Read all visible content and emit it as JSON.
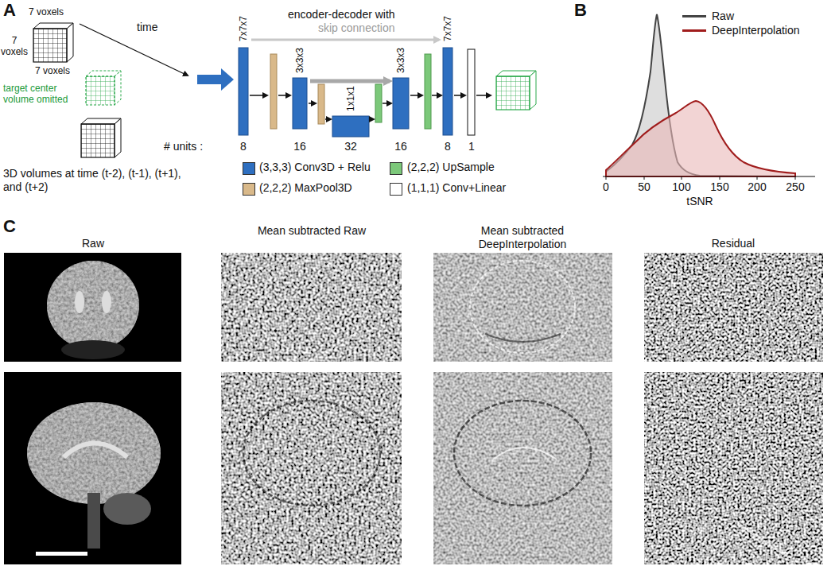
{
  "diagram": {
    "labels": [
      "A",
      "7 voxels",
      "7 voxels",
      "time",
      "7 voxels",
      "target center volume omitted",
      "3D volumes at time (t-2), (t-1), (t+1), and (t+2)",
      "encoder-decoder with",
      "skip connection",
      "7x7x7",
      "3x3x3",
      "1x1x1",
      "3x3x3",
      "7x7x7",
      "# units :",
      "8",
      "16",
      "32",
      "16",
      "8",
      "1",
      "B",
      "0",
      "50",
      "100",
      "150",
      "200",
      "250",
      "tSNR",
      "C",
      "Raw",
      "Mean subtracted Raw",
      "Mean subtracted DeepInterpolation",
      "Residual"
    ],
    "legend": [
      {
        "text": "(3,3,3) Conv3D + Relu",
        "color": "#2e6fc0"
      },
      {
        "text": "(2,2,2) UpSample",
        "color": "#7cc87a"
      },
      {
        "text": "(2,2,2) MaxPool3D",
        "color": "#d9b98a"
      },
      {
        "text": "(1,1,1) Conv+Linear",
        "color": "#ffffff"
      },
      {
        "text": "Raw",
        "color": "#444444"
      },
      {
        "text": "DeepInterpolation",
        "color": "#a01c1c"
      }
    ]
  }
}
